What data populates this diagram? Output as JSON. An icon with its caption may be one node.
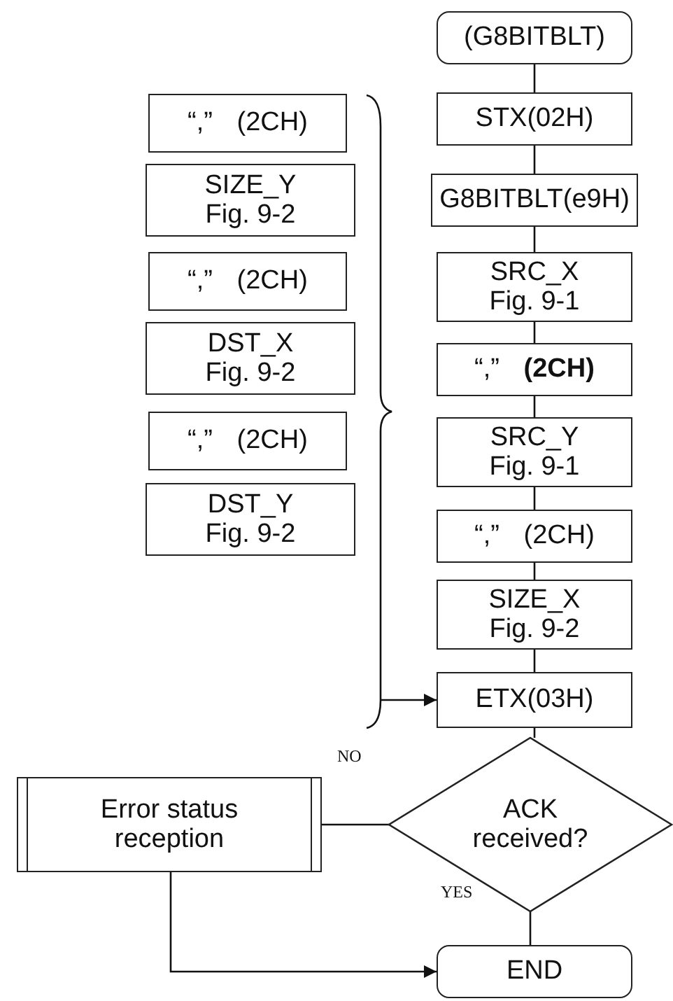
{
  "diagram": {
    "nodes": [
      {
        "text": [
          "(G8BITBLT)"
        ]
      },
      {
        "text": [
          "STX(02H)"
        ]
      },
      {
        "text": [
          "G8BITBLT(e9H)"
        ]
      },
      {
        "text": [
          "SRC_X",
          "Fig. 9-1"
        ]
      },
      {
        "text": [
          "“,” **(2CH)**"
        ]
      },
      {
        "text": [
          "SRC_Y",
          "Fig. 9-1"
        ]
      },
      {
        "text": [
          "“,” (2CH)"
        ]
      },
      {
        "text": [
          "SIZE_X",
          "Fig. 9-2"
        ]
      },
      {
        "text": [
          "“,” (2CH)"
        ]
      },
      {
        "text": [
          "SIZE_Y",
          "Fig. 9-2"
        ]
      },
      {
        "text": [
          "“,” (2CH)"
        ]
      },
      {
        "text": [
          "DST_X",
          "Fig. 9-2"
        ]
      },
      {
        "text": [
          "“,” (2CH)"
        ]
      },
      {
        "text": [
          "DST_Y",
          "Fig. 9-2"
        ]
      },
      {
        "text": [
          "ETX(03H)"
        ]
      },
      {
        "text": [
          "ACK",
          "received?"
        ]
      },
      {
        "text": [
          "Error status reception"
        ]
      },
      {
        "text": [
          "END"
        ]
      }
    ],
    "edges": [
      {
        "from": 0,
        "to": 1,
        "arrow": "none"
      },
      {
        "from": 1,
        "to": 2,
        "arrow": "none"
      },
      {
        "from": 2,
        "to": 3,
        "arrow": "none"
      },
      {
        "from": 3,
        "to": 4,
        "arrow": "none"
      },
      {
        "from": 4,
        "to": 5,
        "arrow": "none"
      },
      {
        "from": 5,
        "to": 6,
        "arrow": "none"
      },
      {
        "from": 6,
        "to": 7,
        "arrow": "none"
      },
      {
        "from": 7,
        "to": 14,
        "arrow": "none"
      },
      {
        "from": null,
        "to": 14,
        "arrow": "to"
      },
      {
        "from": 14,
        "to": 15,
        "arrow": "none"
      },
      {
        "from": 15,
        "to": 16,
        "label": "NO",
        "arrow": "none"
      },
      {
        "from": 15,
        "to": 17,
        "label": "YES",
        "arrow": "none"
      },
      {
        "from": 16,
        "to": 17,
        "arrow": "to"
      }
    ]
  }
}
